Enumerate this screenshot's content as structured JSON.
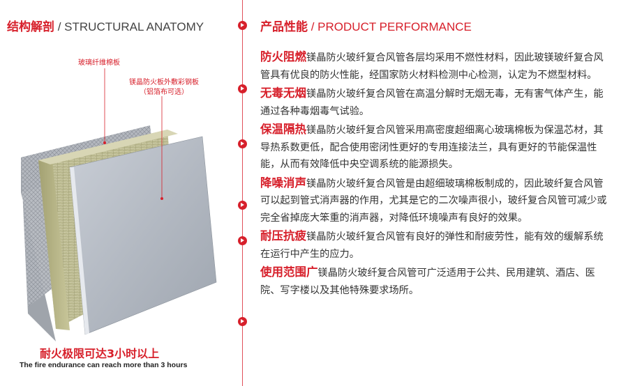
{
  "left": {
    "title_zh": "结构解剖",
    "title_sep": " / ",
    "title_en": "STRUCTURAL ANATOMY",
    "callout_glass": "玻璃纤维棉板",
    "callout_board_line1": "镁晶防火板外敷彩钢板",
    "callout_board_line2": "（铝箔布可选）",
    "fire_zh": "耐火极限可达3小时以上",
    "fire_en": "The fire endurance can reach more than 3 hours"
  },
  "right": {
    "title_zh": "产品性能",
    "title_sep": " / ",
    "title_en": "PRODUCT PERFORMANCE",
    "features": [
      {
        "title": "防火阻燃",
        "text": "镁晶防火玻纤复合风管各层均采用不燃性材料，因此玻镁玻纤复合风管具有优良的防火性能，经国家防火材料检测中心检测，认定为不燃型材料。"
      },
      {
        "title": "无毒无烟",
        "text": "镁晶防火玻纤复合风管在高温分解时无烟无毒，无有害气体产生，能通过各种毒烟毒气试验。"
      },
      {
        "title": "保温隔热",
        "text": "镁晶防火玻纤复合风管采用高密度超细离心玻璃棉板为保温芯材，其导热系数更低，配合使用密闭性更好的专用连接法兰，具有更好的节能保温性能，从而有效降低中央空调系统的能源损失。"
      },
      {
        "title": "降噪消声",
        "text": "镁晶防火玻纤复合风管是由超细玻璃棉板制成的，因此玻纤复合风管可以起到管式消声器的作用，尤其是它的二次噪声很小，玻纤复合风管可减少或完全省掉庞大笨重的消声器，对降低环境噪声有良好的效果。"
      },
      {
        "title": "耐压抗疲",
        "text": "镁晶防火玻纤复合风管有良好的弹性和耐疲劳性，能有效的缓解系统在运行中产生的应力。"
      },
      {
        "title": "使用范围广",
        "text": "镁晶防火玻纤复合风管可广泛适用于公共、民用建筑、酒店、医院、写字楼以及其他特殊要求场所。"
      }
    ]
  },
  "colors": {
    "accent": "#d7202b",
    "divider": "#e0505a"
  }
}
